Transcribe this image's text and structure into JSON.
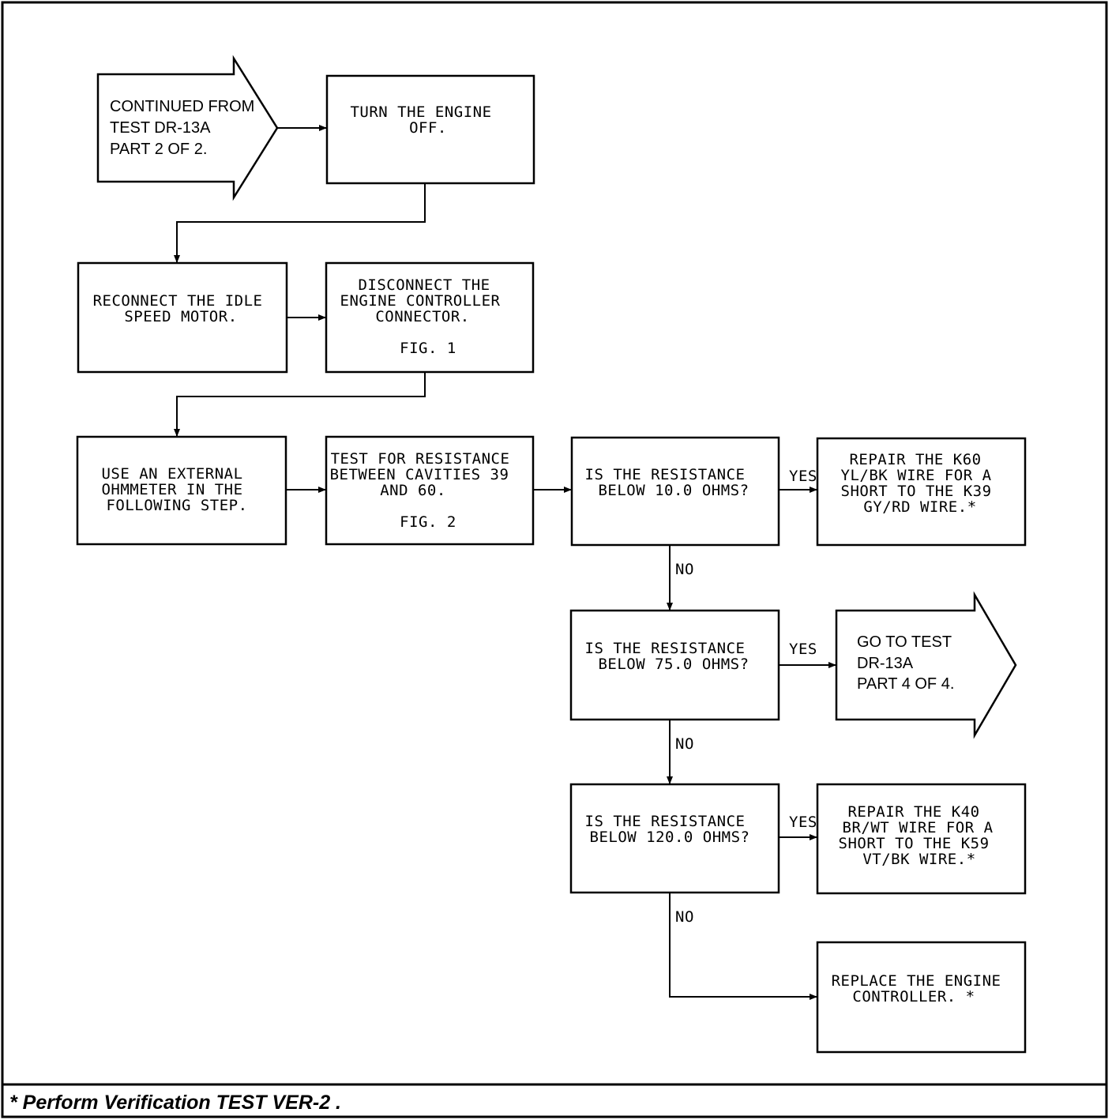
{
  "flowchart": {
    "start_arrow": {
      "lines": [
        "CONTINUED FROM",
        "TEST DR-13A",
        "PART 2 OF 2."
      ]
    },
    "step_turn_off": {
      "lines": [
        "TURN THE ENGINE",
        "OFF."
      ]
    },
    "step_reconnect": {
      "lines": [
        "RECONNECT THE IDLE",
        "SPEED MOTOR."
      ]
    },
    "step_disconnect": {
      "lines": [
        "DISCONNECT THE",
        "ENGINE CONTROLLER",
        "CONNECTOR.",
        "",
        "FIG. 1"
      ]
    },
    "step_ohmmeter": {
      "lines": [
        "USE AN EXTERNAL",
        "OHMMETER IN THE",
        "FOLLOWING STEP."
      ]
    },
    "step_test_resistance": {
      "lines": [
        "TEST FOR RESISTANCE",
        "BETWEEN CAVITIES 39",
        "AND 60.",
        "",
        "FIG. 2"
      ]
    },
    "decision_1": {
      "lines": [
        "IS THE RESISTANCE",
        "BELOW 10.0 OHMS?"
      ]
    },
    "decision_2": {
      "lines": [
        "IS THE RESISTANCE",
        "BELOW 75.0 OHMS?"
      ]
    },
    "decision_3": {
      "lines": [
        "IS THE RESISTANCE",
        "BELOW 120.0 OHMS?"
      ]
    },
    "result_repair_k60": {
      "lines": [
        "REPAIR THE K60",
        "YL/BK WIRE FOR A",
        "SHORT TO THE K39",
        "GY/RD WIRE.*"
      ]
    },
    "goto_arrow": {
      "lines": [
        "GO TO TEST",
        "DR-13A",
        "PART 4 OF 4."
      ]
    },
    "result_repair_k40": {
      "lines": [
        "REPAIR THE K40",
        "BR/WT WIRE FOR A",
        "SHORT TO THE K59",
        "VT/BK WIRE.*"
      ]
    },
    "result_replace": {
      "lines": [
        "REPLACE THE ENGINE",
        "CONTROLLER. *"
      ]
    },
    "labels": {
      "yes": "YES",
      "no": "NO"
    }
  },
  "footer": {
    "text": "* Perform Verification TEST VER-2 ."
  }
}
